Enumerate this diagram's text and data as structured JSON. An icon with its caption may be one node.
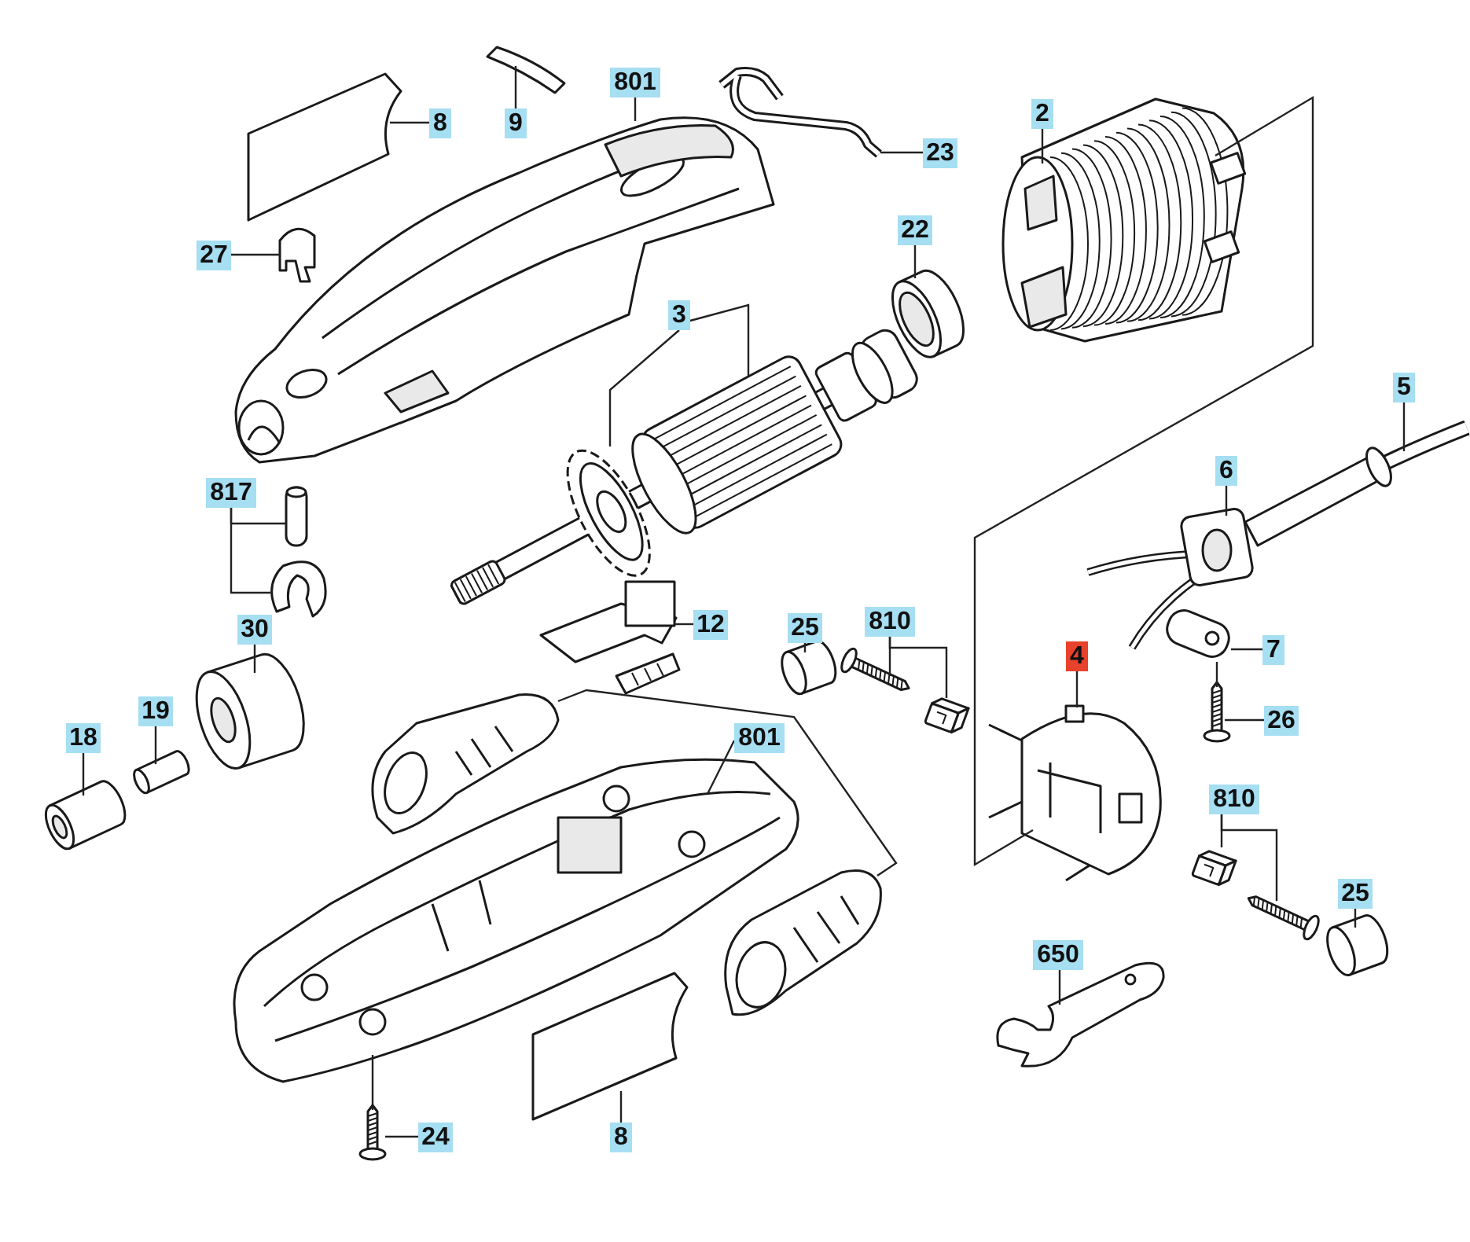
{
  "diagram": {
    "nodes": [
      {
        "text": [
          "8"
        ]
      },
      {
        "text": [],
        "shape": "picture"
      },
      {
        "text": [
          "9"
        ]
      },
      {
        "text": [],
        "shape": "picture"
      },
      {
        "text": [
          "801"
        ]
      },
      {
        "text": [],
        "shape": "picture"
      },
      {
        "text": [
          "23"
        ]
      },
      {
        "text": [],
        "shape": "picture"
      },
      {
        "text": [
          "2"
        ]
      },
      {
        "text": [],
        "shape": "picture"
      },
      {
        "text": [
          "22"
        ]
      },
      {
        "text": [],
        "shape": "picture"
      },
      {
        "text": [
          "27"
        ]
      },
      {
        "text": [],
        "shape": "picture"
      },
      {
        "text": [
          "3"
        ]
      },
      {
        "text": [],
        "shape": "picture"
      },
      {
        "text": [
          "5"
        ]
      },
      {
        "text": [],
        "shape": "picture"
      },
      {
        "text": [
          "6"
        ]
      },
      {
        "text": [],
        "shape": "picture"
      },
      {
        "text": [
          "817"
        ]
      },
      {
        "text": [],
        "shape": "picture"
      },
      {
        "text": [],
        "shape": "picture"
      },
      {
        "text": [
          "30"
        ]
      },
      {
        "text": [],
        "shape": "picture"
      },
      {
        "text": [
          "12"
        ]
      },
      {
        "text": [],
        "shape": "picture"
      },
      {
        "text": [
          "25"
        ]
      },
      {
        "text": [],
        "shape": "picture"
      },
      {
        "text": [
          "810"
        ]
      },
      {
        "text": [],
        "shape": "picture"
      },
      {
        "text": [],
        "shape": "picture"
      },
      {
        "text": [
          "7"
        ]
      },
      {
        "text": [],
        "shape": "picture"
      },
      {
        "text": [
          "4"
        ]
      },
      {
        "text": [],
        "shape": "picture"
      },
      {
        "text": [
          "26"
        ]
      },
      {
        "text": [],
        "shape": "picture"
      },
      {
        "text": [
          "19"
        ]
      },
      {
        "text": [],
        "shape": "picture"
      },
      {
        "text": [
          "18"
        ]
      },
      {
        "text": [],
        "shape": "picture"
      },
      {
        "text": [
          "801"
        ]
      },
      {
        "text": [],
        "shape": "picture"
      },
      {
        "text": [],
        "shape": "picture"
      },
      {
        "text": [],
        "shape": "picture"
      },
      {
        "text": [
          "810"
        ]
      },
      {
        "text": [],
        "shape": "picture"
      },
      {
        "text": [],
        "shape": "picture"
      },
      {
        "text": [
          "25"
        ]
      },
      {
        "text": [],
        "shape": "picture"
      },
      {
        "text": [
          "650"
        ]
      },
      {
        "text": [],
        "shape": "picture"
      },
      {
        "text": [
          "24"
        ]
      },
      {
        "text": [],
        "shape": "picture"
      },
      {
        "text": [
          "8"
        ]
      },
      {
        "text": [],
        "shape": "picture"
      }
    ],
    "edges": [
      {
        "from": 0,
        "to": 1,
        "arrow": "none"
      },
      {
        "from": 2,
        "to": 3,
        "arrow": "none"
      },
      {
        "from": 4,
        "to": 5,
        "arrow": "none"
      },
      {
        "from": 6,
        "to": 7,
        "arrow": "none"
      },
      {
        "from": 8,
        "to": 9,
        "arrow": "none"
      },
      {
        "from": 10,
        "to": 11,
        "arrow": "none"
      },
      {
        "from": 12,
        "to": 13,
        "arrow": "none"
      },
      {
        "from": 14,
        "to": 15,
        "arrow": "none"
      },
      {
        "from": 16,
        "to": 17,
        "arrow": "none"
      },
      {
        "from": 18,
        "to": 19,
        "arrow": "none"
      },
      {
        "from": 20,
        "to": 21,
        "arrow": "none"
      },
      {
        "from": 20,
        "to": 22,
        "arrow": "none"
      },
      {
        "from": 23,
        "to": 24,
        "arrow": "none"
      },
      {
        "from": 25,
        "to": 26,
        "arrow": "none"
      },
      {
        "from": 27,
        "to": 28,
        "arrow": "none"
      },
      {
        "from": 29,
        "to": 30,
        "arrow": "none"
      },
      {
        "from": 29,
        "to": 31,
        "arrow": "none"
      },
      {
        "from": 32,
        "to": 33,
        "arrow": "none"
      },
      {
        "from": 34,
        "to": 35,
        "arrow": "none"
      },
      {
        "from": 36,
        "to": 37,
        "arrow": "none"
      },
      {
        "from": 33,
        "to": 37,
        "arrow": "none"
      },
      {
        "from": 38,
        "to": 39,
        "arrow": "none"
      },
      {
        "from": 40,
        "to": 41,
        "arrow": "none"
      },
      {
        "from": 42,
        "to": 44,
        "arrow": "none"
      },
      {
        "from": 43,
        "to": 45,
        "arrow": "none"
      },
      {
        "from": 46,
        "to": 47,
        "arrow": "none"
      },
      {
        "from": 46,
        "to": 48,
        "arrow": "none"
      },
      {
        "from": 49,
        "to": 50,
        "arrow": "none"
      },
      {
        "from": 51,
        "to": 52,
        "arrow": "none"
      },
      {
        "from": 53,
        "to": 54,
        "arrow": "none"
      },
      {
        "from": 44,
        "to": 54,
        "arrow": "none"
      },
      {
        "from": 55,
        "to": 56,
        "arrow": "none"
      },
      {
        "from": 9,
        "to": 35,
        "arrow": "none"
      }
    ]
  }
}
